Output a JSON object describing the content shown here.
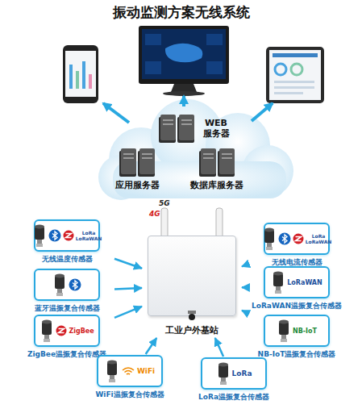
{
  "diagram": {
    "title": "振动监测方案无线系统",
    "nodes": [
      {
        "text": [
          "WEB 服务器"
        ]
      },
      {
        "text": [
          "应用服务器"
        ]
      },
      {
        "text": [
          "数据库服务器"
        ]
      },
      {
        "text": [
          "工业户外基站"
        ]
      },
      {
        "text": [
          "LoRa",
          "LoRaWAN",
          "无线温度传感器"
        ]
      },
      {
        "text": [
          "LoRa",
          "LoRaWAN",
          "无线电流传感器"
        ]
      },
      {
        "text": [
          "蓝牙温振复合传感器"
        ]
      },
      {
        "text": [
          "LoRaWAN",
          "LoRaWAN温振复合传感器"
        ]
      },
      {
        "text": [
          "ZigBee",
          "ZigBee温振复合传感器"
        ]
      },
      {
        "text": [
          "NB-IoT",
          "NB-IoT温振复合传感器"
        ]
      },
      {
        "text": [
          "WiFi",
          "WiFi温振复合传感器"
        ]
      },
      {
        "text": [
          "LoRa",
          "LoRa温振复合传感器"
        ]
      }
    ],
    "edges": [
      {
        "from": 4,
        "to": 3,
        "arrow": "to"
      },
      {
        "from": 5,
        "to": 3,
        "arrow": "to"
      },
      {
        "from": 6,
        "to": 3,
        "arrow": "to"
      },
      {
        "from": 7,
        "to": 3,
        "arrow": "to"
      },
      {
        "from": 8,
        "to": 3,
        "arrow": "to"
      },
      {
        "from": 9,
        "to": 3,
        "arrow": "to"
      },
      {
        "from": 10,
        "to": 3,
        "arrow": "to"
      },
      {
        "from": 11,
        "to": 3,
        "arrow": "to"
      }
    ],
    "labels": [
      "5G",
      "4G"
    ]
  }
}
